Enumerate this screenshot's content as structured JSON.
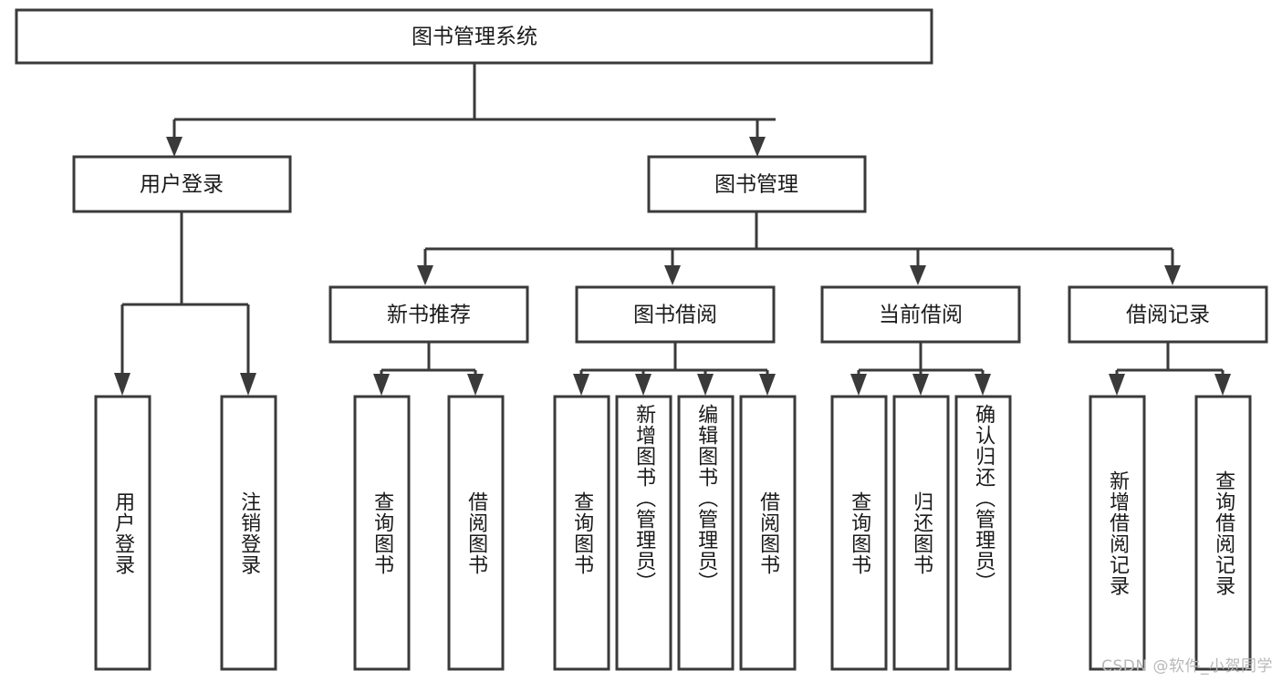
{
  "diagram": {
    "title": "图书管理系统",
    "type": "hierarchy-tree",
    "root": {
      "id": "root",
      "label": "图书管理系统"
    },
    "level1": [
      {
        "id": "user-login",
        "label": "用户登录"
      },
      {
        "id": "book-manage",
        "label": "图书管理"
      }
    ],
    "level2": [
      {
        "id": "new-book-rec",
        "label": "新书推荐",
        "parent": "book-manage"
      },
      {
        "id": "book-borrow",
        "label": "图书借阅",
        "parent": "book-manage"
      },
      {
        "id": "current-borrow",
        "label": "当前借阅",
        "parent": "book-manage"
      },
      {
        "id": "borrow-record",
        "label": "借阅记录",
        "parent": "book-manage"
      }
    ],
    "leaves": {
      "user-login": [
        {
          "id": "leaf-user-login",
          "label": "用户登录"
        },
        {
          "id": "leaf-logout",
          "label": "注销登录"
        }
      ],
      "new-book-rec": [
        {
          "id": "leaf-query-book-1",
          "label": "查询图书"
        },
        {
          "id": "leaf-borrow-book-1",
          "label": "借阅图书"
        }
      ],
      "book-borrow": [
        {
          "id": "leaf-query-book-2",
          "label": "查询图书"
        },
        {
          "id": "leaf-add-book",
          "label": "新增图书（管理员）"
        },
        {
          "id": "leaf-edit-book",
          "label": "编辑图书（管理员）"
        },
        {
          "id": "leaf-borrow-book-2",
          "label": "借阅图书"
        }
      ],
      "current-borrow": [
        {
          "id": "leaf-query-book-3",
          "label": "查询图书"
        },
        {
          "id": "leaf-return-book",
          "label": "归还图书"
        },
        {
          "id": "leaf-confirm-return",
          "label": "确认归还（管理员）"
        }
      ],
      "borrow-record": [
        {
          "id": "leaf-add-record",
          "label": "新增借阅记录"
        },
        {
          "id": "leaf-query-record",
          "label": "查询借阅记录"
        }
      ]
    },
    "colors": {
      "stroke": "#3a3a3a",
      "fill": "#ffffff",
      "text": "#1a1a1a",
      "watermark": "#b8b8b8"
    }
  },
  "watermark": {
    "text": "CSDN @软件_小贺同学"
  }
}
